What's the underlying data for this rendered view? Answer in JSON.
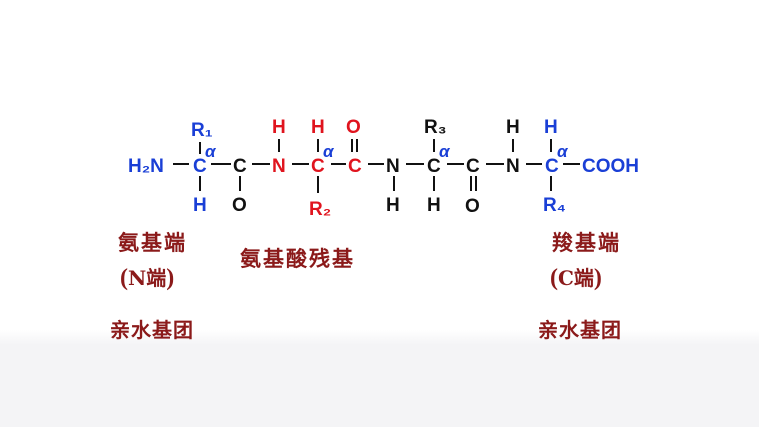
{
  "structure": {
    "h2n": "H₂N",
    "r1": "R₁",
    "r2": "R₂",
    "r3": "R₃",
    "r4": "R₄",
    "alpha": "α",
    "c": "C",
    "n": "N",
    "h": "H",
    "o": "O",
    "cooh": "COOH"
  },
  "labels": {
    "amino_end": "氨基端",
    "amino_end_sub": "N端",
    "residue": "氨基酸残基",
    "carboxyl_end": "羧基端",
    "carboxyl_end_sub": "C端",
    "hydrophilic_left": "亲水基团",
    "hydrophilic_right": "亲水基团"
  },
  "colors": {
    "blue": "#1a3fd6",
    "red": "#e0141e",
    "black": "#111111",
    "maroon": "#8b1a1a"
  }
}
